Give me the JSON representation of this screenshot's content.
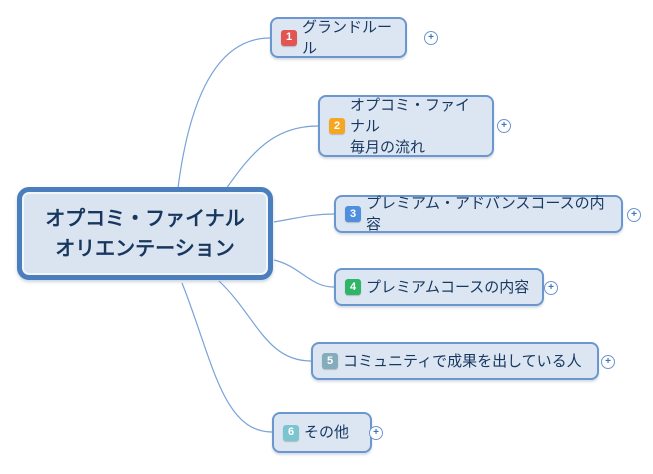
{
  "diagram": {
    "root": {
      "label": "オプコミ・ファイナル\nオリエンテーション"
    },
    "branches": [
      {
        "number": "1",
        "badge_color": "#e25552",
        "label": "グランドルール"
      },
      {
        "number": "2",
        "badge_color": "#f5a623",
        "label": "オプコミ・ファイナル\n毎月の流れ"
      },
      {
        "number": "3",
        "badge_color": "#4e8fde",
        "label": "プレミアム・アドバンスコースの内容"
      },
      {
        "number": "4",
        "badge_color": "#2fb567",
        "label": "プレミアムコースの内容"
      },
      {
        "number": "5",
        "badge_color": "#84acbc",
        "label": "コミュニティで成果を出している人"
      },
      {
        "number": "6",
        "badge_color": "#7cc4ce",
        "label": "その他"
      }
    ],
    "expand_symbol": "+",
    "colors": {
      "root_border": "#4a7ebc",
      "topic_border": "#6c96ce",
      "topic_fill": "#dce6f3",
      "text": "#17375e",
      "connector": "#7aa3d8"
    }
  }
}
